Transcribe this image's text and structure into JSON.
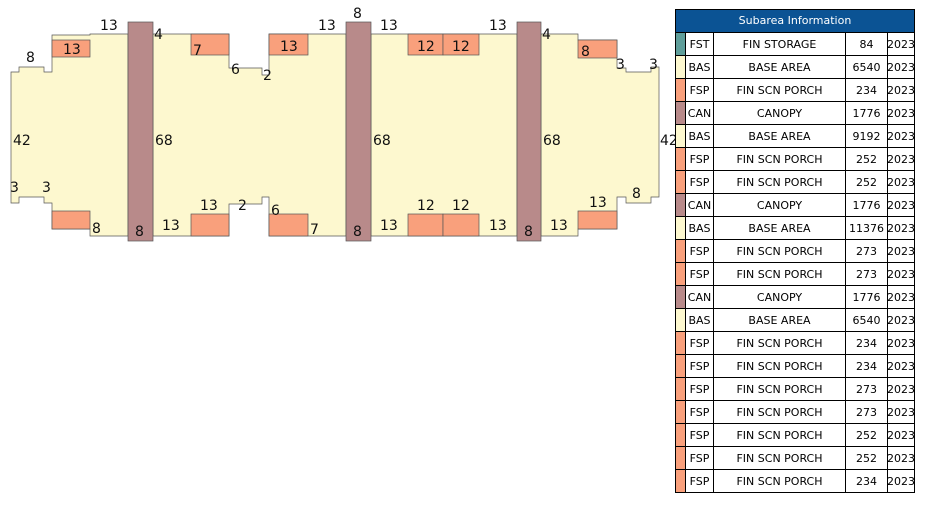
{
  "colors": {
    "base": "#fdf8cf",
    "porch": "#f9a07c",
    "canopy": "#b88a8a",
    "storage": "#5f9e9a",
    "table_header": "#0b5394"
  },
  "sketch": {
    "top_labels": [
      "8",
      "13",
      "13",
      "4",
      "7",
      "6",
      "2",
      "13",
      "13",
      "8",
      "13",
      "12",
      "12",
      "13",
      "4",
      "8",
      "3",
      "3"
    ],
    "side_labels": [
      "42",
      "68",
      "68",
      "68",
      "42"
    ],
    "bottom_labels": [
      "3",
      "3",
      "8",
      "8",
      "13",
      "13",
      "2",
      "6",
      "7",
      "8",
      "13",
      "12",
      "12",
      "13",
      "8",
      "13",
      "13",
      "8"
    ]
  },
  "table": {
    "title": "Subarea Information",
    "rows": [
      {
        "code": "FST",
        "desc": "FIN STORAGE",
        "area": "84",
        "year": "2023",
        "type": "storage"
      },
      {
        "code": "BAS",
        "desc": "BASE AREA",
        "area": "6540",
        "year": "2023",
        "type": "base"
      },
      {
        "code": "FSP",
        "desc": "FIN SCN PORCH",
        "area": "234",
        "year": "2023",
        "type": "porch"
      },
      {
        "code": "CAN",
        "desc": "CANOPY",
        "area": "1776",
        "year": "2023",
        "type": "canopy"
      },
      {
        "code": "BAS",
        "desc": "BASE AREA",
        "area": "9192",
        "year": "2023",
        "type": "base"
      },
      {
        "code": "FSP",
        "desc": "FIN SCN PORCH",
        "area": "252",
        "year": "2023",
        "type": "porch"
      },
      {
        "code": "FSP",
        "desc": "FIN SCN PORCH",
        "area": "252",
        "year": "2023",
        "type": "porch"
      },
      {
        "code": "CAN",
        "desc": "CANOPY",
        "area": "1776",
        "year": "2023",
        "type": "canopy"
      },
      {
        "code": "BAS",
        "desc": "BASE AREA",
        "area": "11376",
        "year": "2023",
        "type": "base"
      },
      {
        "code": "FSP",
        "desc": "FIN SCN PORCH",
        "area": "273",
        "year": "2023",
        "type": "porch"
      },
      {
        "code": "FSP",
        "desc": "FIN SCN PORCH",
        "area": "273",
        "year": "2023",
        "type": "porch"
      },
      {
        "code": "CAN",
        "desc": "CANOPY",
        "area": "1776",
        "year": "2023",
        "type": "canopy"
      },
      {
        "code": "BAS",
        "desc": "BASE AREA",
        "area": "6540",
        "year": "2023",
        "type": "base"
      },
      {
        "code": "FSP",
        "desc": "FIN SCN PORCH",
        "area": "234",
        "year": "2023",
        "type": "porch"
      },
      {
        "code": "FSP",
        "desc": "FIN SCN PORCH",
        "area": "234",
        "year": "2023",
        "type": "porch"
      },
      {
        "code": "FSP",
        "desc": "FIN SCN PORCH",
        "area": "273",
        "year": "2023",
        "type": "porch"
      },
      {
        "code": "FSP",
        "desc": "FIN SCN PORCH",
        "area": "273",
        "year": "2023",
        "type": "porch"
      },
      {
        "code": "FSP",
        "desc": "FIN SCN PORCH",
        "area": "252",
        "year": "2023",
        "type": "porch"
      },
      {
        "code": "FSP",
        "desc": "FIN SCN PORCH",
        "area": "252",
        "year": "2023",
        "type": "porch"
      },
      {
        "code": "FSP",
        "desc": "FIN SCN PORCH",
        "area": "234",
        "year": "2023",
        "type": "porch"
      }
    ]
  }
}
